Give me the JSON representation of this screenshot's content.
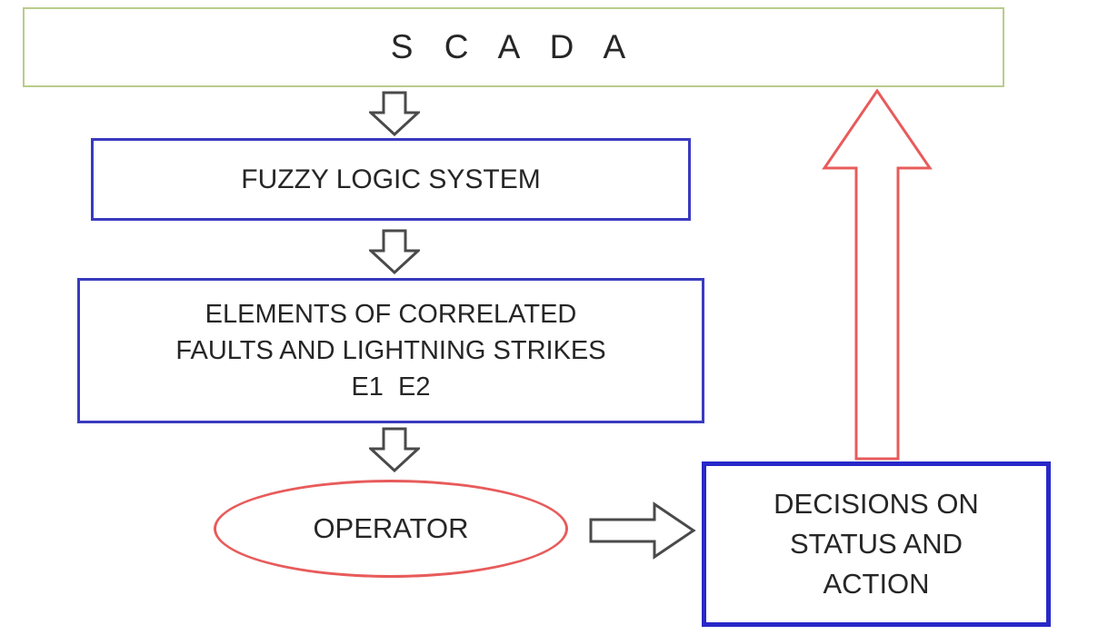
{
  "title": "SCADA fuzzy logic decision flow diagram",
  "colors": {
    "scada_border": "#b9cc8c",
    "blue_border": "#3a3ac0",
    "decisions_border": "#2828c8",
    "red_accent": "#e85b5b",
    "arrow_outline": "#4a4a4a",
    "text": "#262626",
    "background": "#ffffff"
  },
  "nodes": {
    "scada": {
      "label": "S C A D A"
    },
    "fuzzy_logic": {
      "label": "FUZZY LOGIC SYSTEM"
    },
    "elements": {
      "lines": [
        "ELEMENTS OF CORRELATED",
        "FAULTS AND LIGHTNING STRIKES",
        "E1  E2"
      ]
    },
    "operator": {
      "label": "OPERATOR"
    },
    "decisions": {
      "lines": [
        "DECISIONS ON",
        "STATUS AND",
        "ACTION"
      ]
    }
  },
  "connections": [
    {
      "from": "scada",
      "to": "fuzzy_logic",
      "direction": "down"
    },
    {
      "from": "fuzzy_logic",
      "to": "elements",
      "direction": "down"
    },
    {
      "from": "elements",
      "to": "operator",
      "direction": "down"
    },
    {
      "from": "operator",
      "to": "decisions",
      "direction": "right"
    },
    {
      "from": "decisions",
      "to": "scada",
      "direction": "up"
    }
  ]
}
